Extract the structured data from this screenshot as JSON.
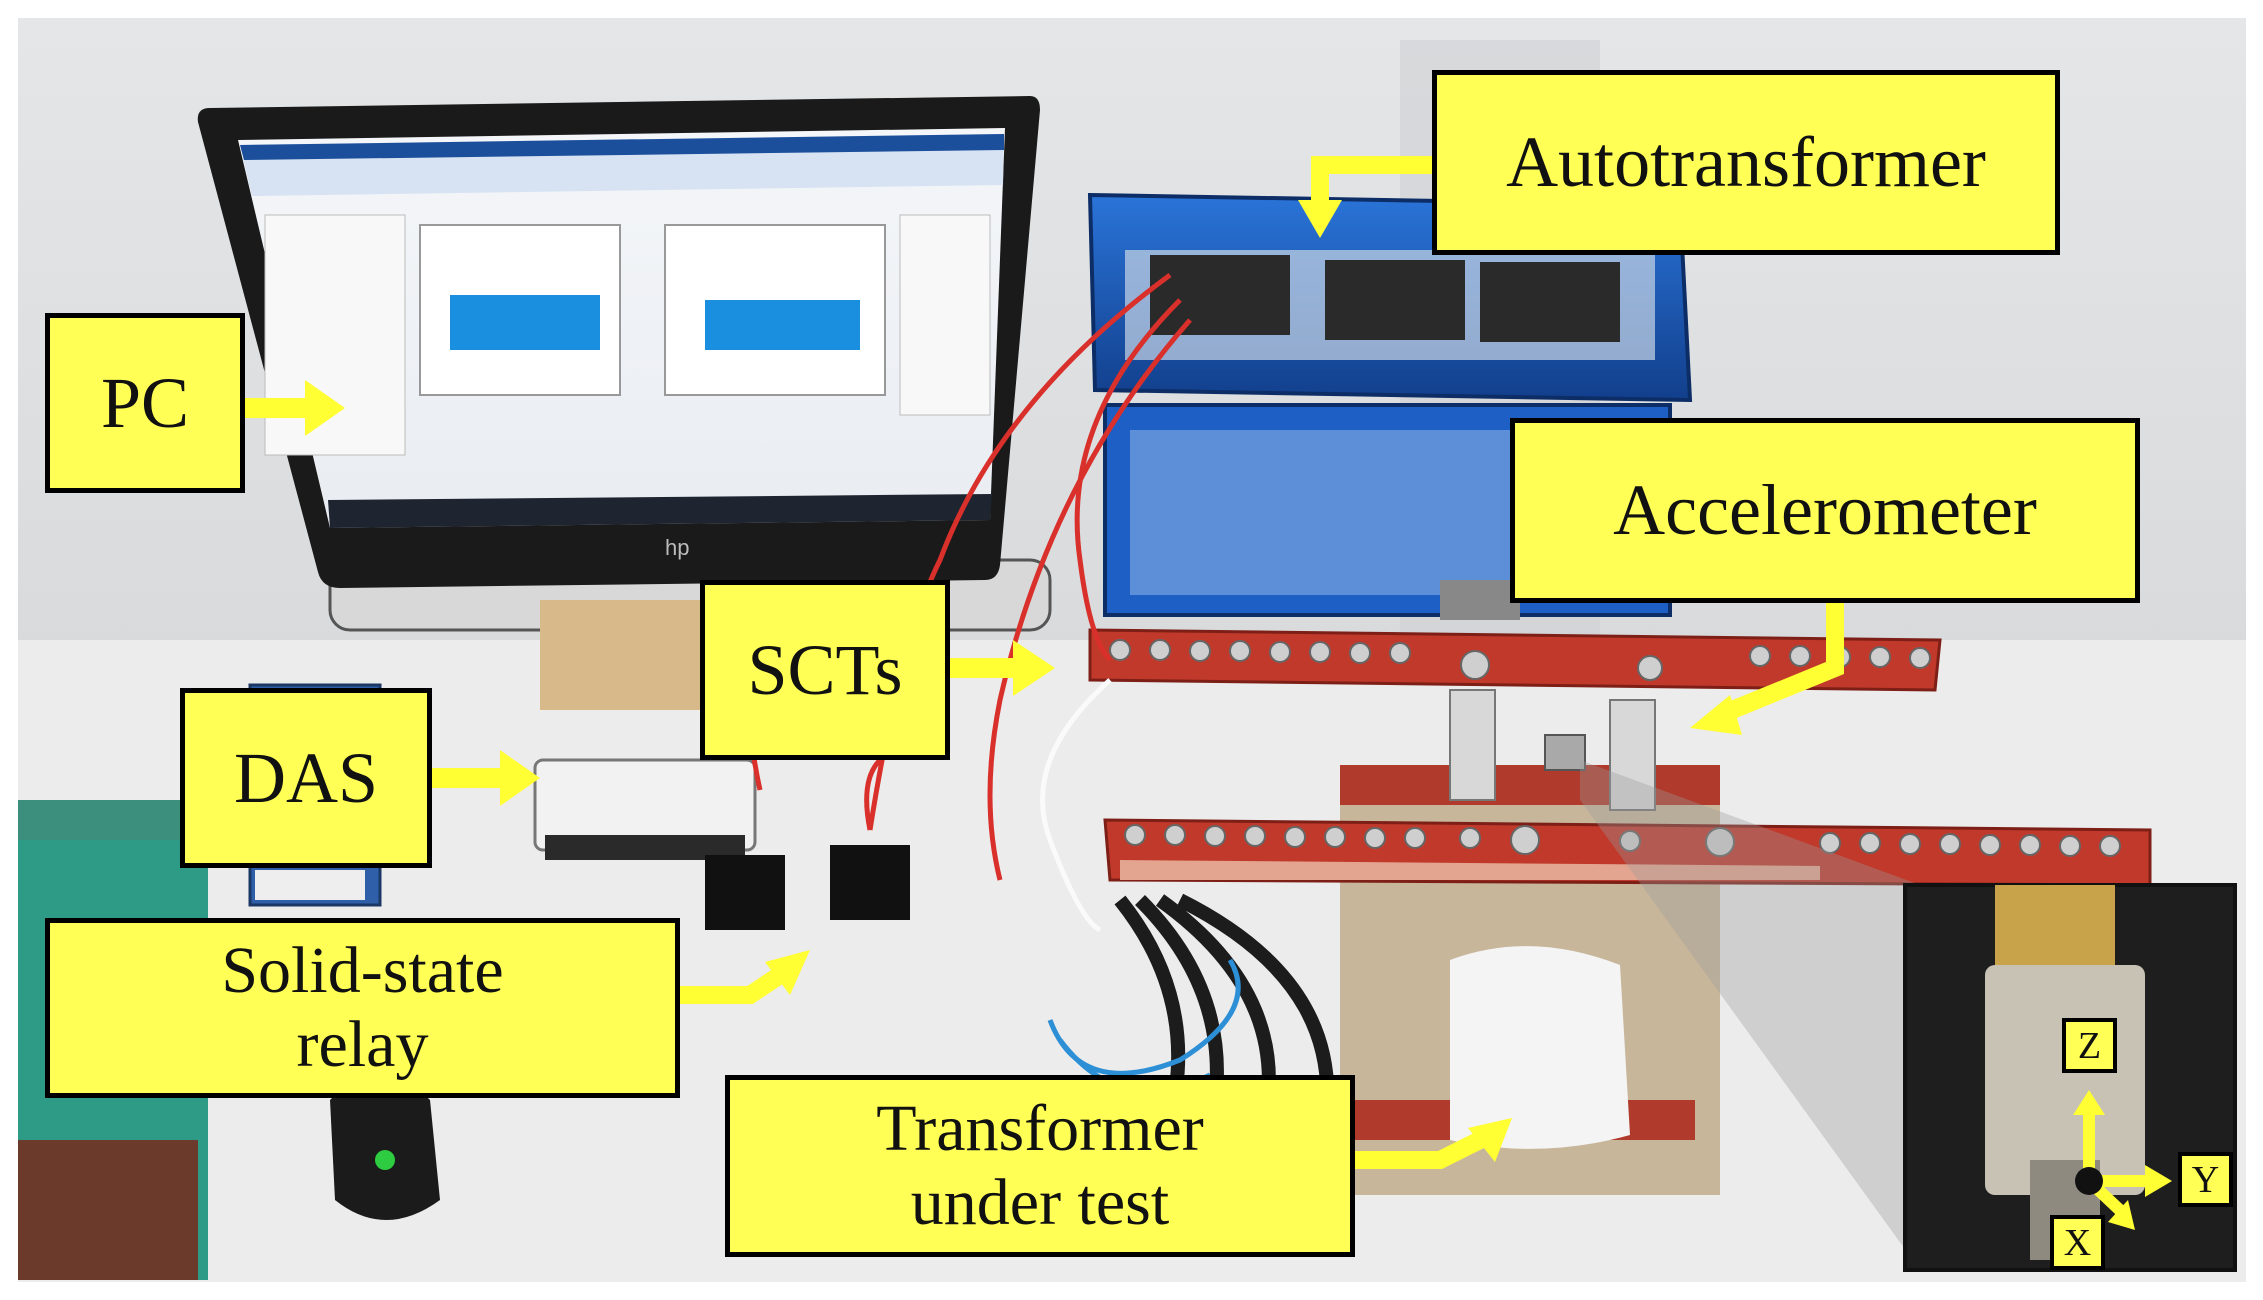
{
  "labels": {
    "pc": "PC",
    "das": "DAS",
    "scts": "SCTs",
    "relay_line1": "Solid-state",
    "relay_line2": "relay",
    "autotransformer": "Autotransformer",
    "accelerometer": "Accelerometer",
    "transformer_line1": "Transformer",
    "transformer_line2": "under test"
  },
  "inset_axes": {
    "z": "Z",
    "y": "Y",
    "x": "X"
  },
  "colors": {
    "callout_fill": "#ffff55",
    "callout_border": "#000000",
    "arrow": "#ffff33",
    "monitor_signal": "#1a8fe0",
    "autotransformer_body": "#1b5fc0",
    "bus_bar": "#c0392b",
    "wire_red": "#d9302b",
    "wire_blue": "#2d8fd5"
  }
}
